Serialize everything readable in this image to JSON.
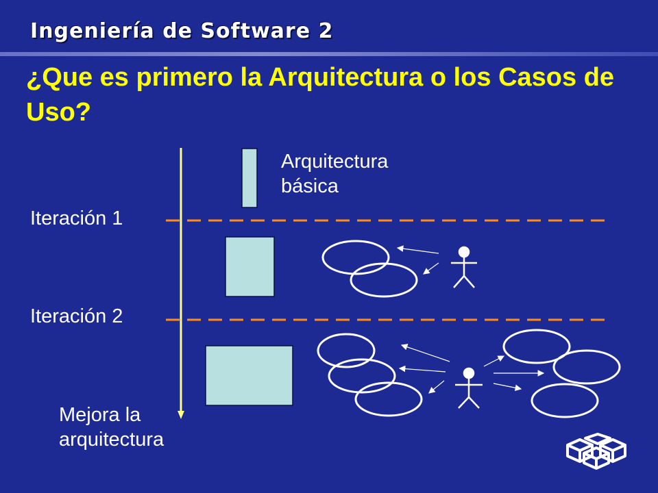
{
  "header": {
    "title": "Ingeniería de Software  2"
  },
  "slide": {
    "title": "¿Que es primero la Arquitectura o los Casos de Uso?"
  },
  "diagram": {
    "arch_label_line1": "Arquitectura",
    "arch_label_line2": "básica",
    "iteration1_label": "Iteración  1",
    "iteration2_label": "Iteración  2",
    "improve_label_line1": "Mejora la",
    "improve_label_line2": "arquitectura"
  },
  "colors": {
    "background": "#1d2a94",
    "title": "#ffff00",
    "timeline": "#ffff88",
    "dashes": "#ff8c1a",
    "box_fill": "#b9e0e0",
    "outline": "#ffffff"
  },
  "icons": {
    "actor": "stick-figure-icon",
    "use_case": "ellipse-icon",
    "logo": "cubes-logo-icon"
  }
}
